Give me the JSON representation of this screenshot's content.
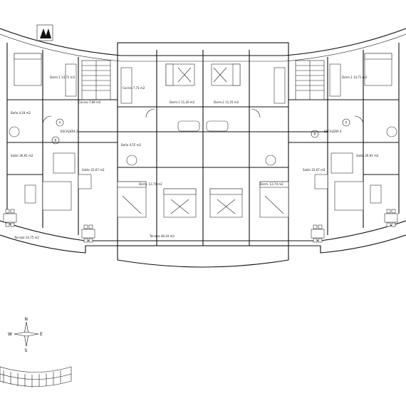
{
  "plan": {
    "room_labels": [
      {
        "name": "apt-left-dormitorio-1",
        "text": "Dorm.1  14,71 m2"
      },
      {
        "name": "apt-left-bano",
        "text": "Baño 4,18 m2"
      },
      {
        "name": "apt-left-cocina",
        "text": "Cocina 7,68 m2"
      },
      {
        "name": "apt-left-salon",
        "text": "Salón 26,91 m2"
      },
      {
        "name": "apt-left-terraza",
        "text": "Terraza 14,75 m2"
      },
      {
        "name": "apt-center-left-dorm",
        "text": "Dorm. 12,74 m2"
      },
      {
        "name": "apt-center-left-cocina",
        "text": "Cocina 7,71 m2"
      },
      {
        "name": "apt-center-left-bano",
        "text": "Baño 4,55 m2"
      },
      {
        "name": "apt-center-left-salon",
        "text": "Salón 22,67 m2"
      },
      {
        "name": "apt-center-dorm-1",
        "text": "Dorm.1 11,20 m2"
      },
      {
        "name": "apt-center-dorm-2",
        "text": "Dorm.2 11,25 m2"
      },
      {
        "name": "apt-center-terraza",
        "text": "Terraza 48,34 m2"
      },
      {
        "name": "apt-center-right-dorm",
        "text": "Dorm. 12,74 m2"
      },
      {
        "name": "apt-center-right-salon",
        "text": "Salón 22,67 m2"
      },
      {
        "name": "apt-right-dorm",
        "text": "Dorm.1 14,71 m2"
      },
      {
        "name": "apt-right-salon",
        "text": "Salón 26,91 m2"
      }
    ],
    "stair_labels": [
      {
        "name": "stair-left-label",
        "text": "ESCALERA 2"
      },
      {
        "name": "stair-right-label",
        "text": "ESCALERA 4"
      }
    ],
    "section_marks": [
      {
        "name": "section-mark-a-left",
        "text": "A"
      },
      {
        "name": "section-mark-b-left",
        "text": "B"
      },
      {
        "name": "section-mark-a-right",
        "text": "A"
      },
      {
        "name": "section-mark-b-right",
        "text": "B"
      }
    ],
    "compass": {
      "n": "N",
      "s": "S",
      "e": "E",
      "w": "W"
    }
  }
}
